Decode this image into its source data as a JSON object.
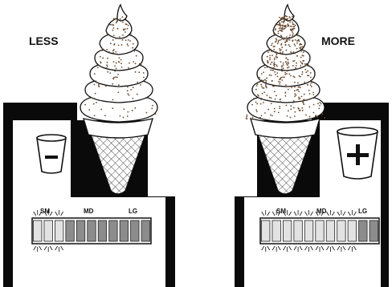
{
  "panels": [
    {
      "id": "less",
      "title": "LESS",
      "cup_symbol": "minus",
      "meter": {
        "labels": [
          "SM",
          "MD",
          "LG"
        ],
        "segments_total": 11,
        "light_segments": 3,
        "flashing_segments": [
          1,
          2,
          3
        ]
      }
    },
    {
      "id": "more",
      "title": "MORE",
      "cup_symbol": "plus",
      "meter": {
        "labels": [
          "SM",
          "MD",
          "LG"
        ],
        "segments_total": 11,
        "light_segments": 9,
        "flashing_segments": [
          1,
          2,
          3,
          4,
          5,
          6,
          7,
          8,
          9
        ]
      }
    }
  ],
  "colors": {
    "panel_black": "#0a0a0a",
    "segment_light": "#e2e2e2",
    "segment_dark": "#8c8c8c",
    "sprinkle": "#6b4a2e"
  }
}
